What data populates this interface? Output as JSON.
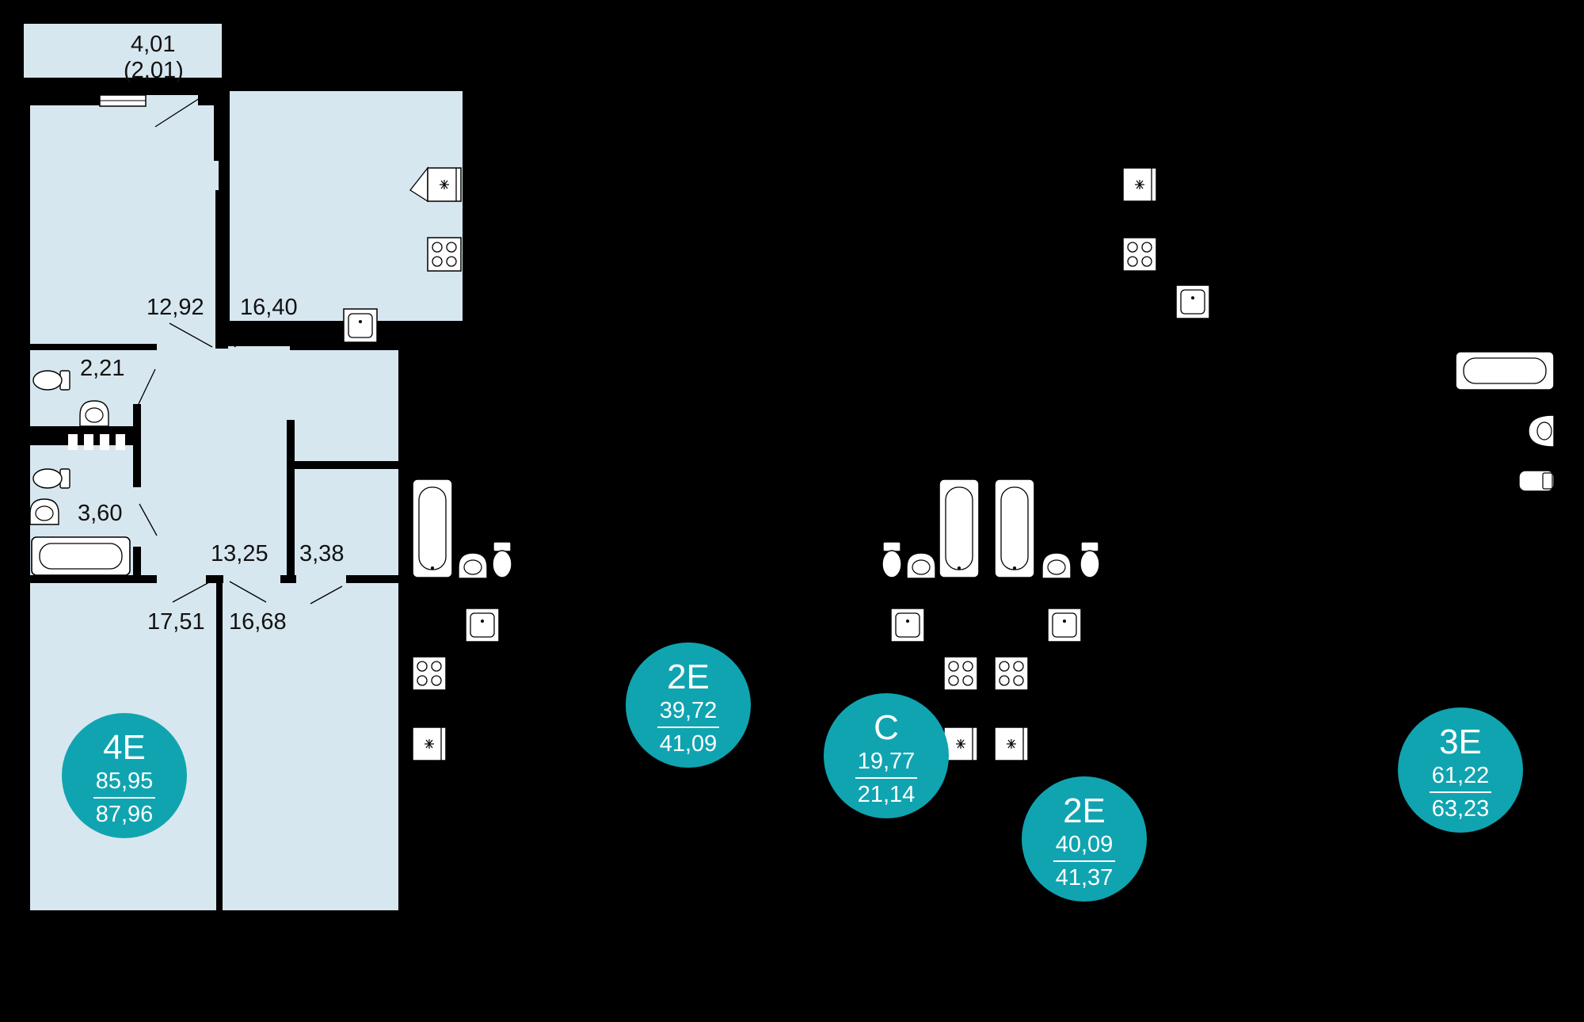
{
  "colors": {
    "background": "#000000",
    "room_fill": "#d7e7ef",
    "wall": "#000000",
    "badge": "#10a4b1",
    "fixture": "#ffffff"
  },
  "rooms": {
    "balcony": {
      "area": "4,01",
      "area_reduced": "(2,01)"
    },
    "bedroom_1": {
      "area": "12,92"
    },
    "kitchen": {
      "area": "16,40"
    },
    "wc": {
      "area": "2,21"
    },
    "bathroom": {
      "area": "3,60"
    },
    "hall": {
      "area": "13,25"
    },
    "closet": {
      "area": "3,38"
    },
    "bedroom_2": {
      "area": "17,51"
    },
    "bedroom_3": {
      "area": "16,68"
    }
  },
  "apartments": [
    {
      "type": "4E",
      "living_area": "85,95",
      "total_area": "87,96"
    },
    {
      "type": "2E",
      "living_area": "39,72",
      "total_area": "41,09"
    },
    {
      "type": "C",
      "living_area": "19,77",
      "total_area": "21,14"
    },
    {
      "type": "2E",
      "living_area": "40,09",
      "total_area": "41,37"
    },
    {
      "type": "3E",
      "living_area": "61,22",
      "total_area": "63,23"
    }
  ],
  "icons": [
    "stove-icon",
    "fan-icon",
    "sink-icon",
    "bathtub-icon",
    "toilet-icon",
    "washbasin-icon",
    "window-icon"
  ]
}
